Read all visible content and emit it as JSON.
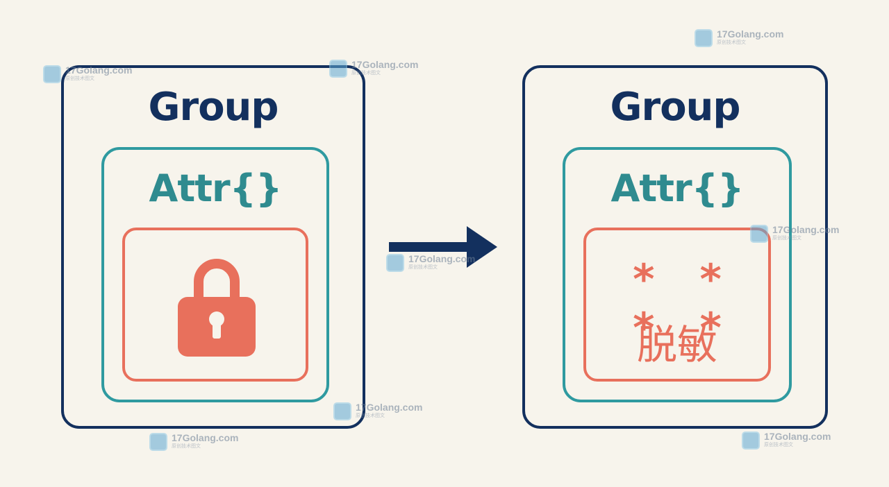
{
  "left_panel": {
    "group_label": "Group",
    "attr_label": "Attr{}"
  },
  "right_panel": {
    "group_label": "Group",
    "attr_label": "Attr{}",
    "masked_value": "* * * *",
    "desensitized_label": "脱敏"
  },
  "icons": {
    "lock": "lock-icon",
    "arrow": "arrow-right-icon"
  },
  "watermark": {
    "name": "17Golang.com",
    "subtitle": "原创技术图文"
  },
  "colors": {
    "background": "#f7f4ec",
    "navy": "#13305e",
    "teal": "#2f9aa0",
    "coral": "#e8705c"
  }
}
